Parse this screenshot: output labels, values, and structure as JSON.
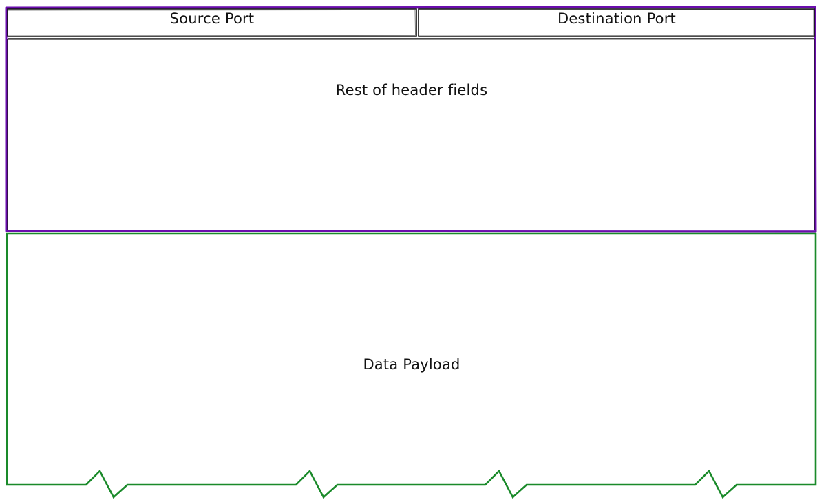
{
  "header": {
    "source_port_label": "Source Port",
    "destination_port_label": "Destination Port",
    "rest_label": "Rest of header fields",
    "border_color": "#6a0dad"
  },
  "payload": {
    "label": "Data Payload",
    "border_color": "#1a8a2a"
  },
  "field_border_color": "#111111"
}
